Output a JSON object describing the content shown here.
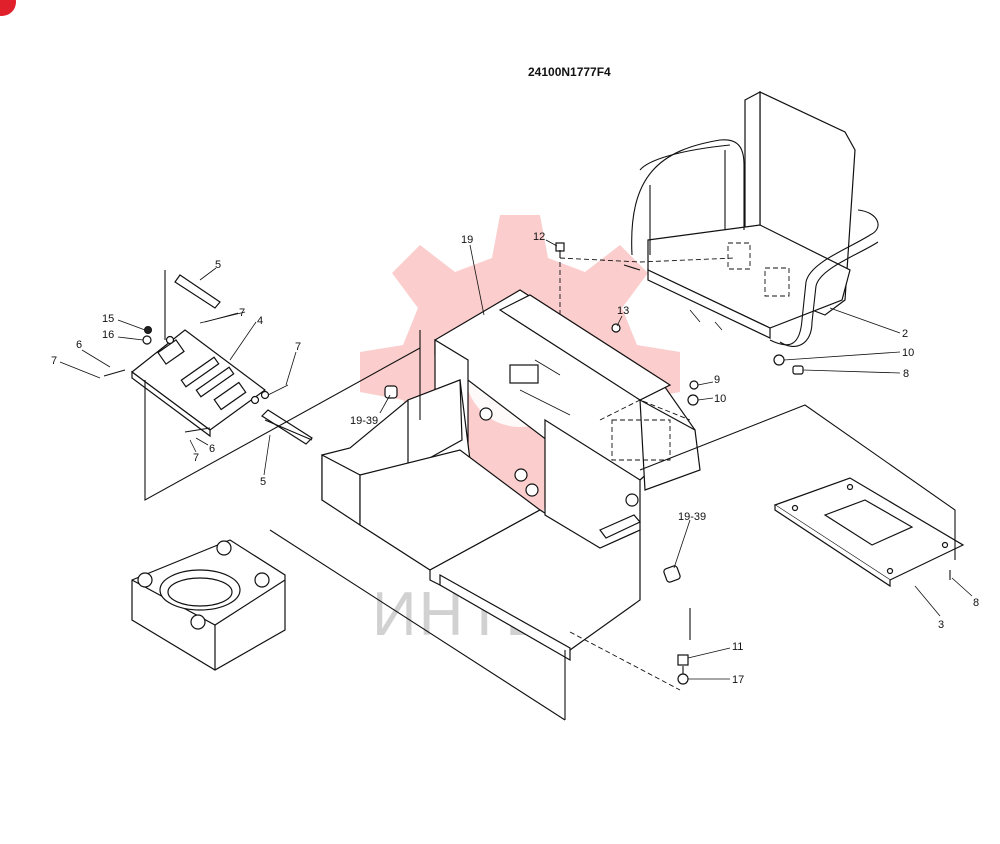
{
  "drawing": {
    "code": "24100N1777F4",
    "watermark_text": "ИНТЕХ",
    "colors": {
      "ink": "#111111",
      "watermark": "#f04a4a",
      "watermark_text": "#9a9a9a",
      "badge": "#e0202a"
    }
  },
  "callouts": {
    "c1": "5",
    "c2": "15",
    "c3": "16",
    "c4": "7",
    "c5": "4",
    "c6": "6",
    "c7": "7",
    "c8": "7",
    "c9": "6",
    "c10": "7",
    "c11": "5",
    "c12": "19",
    "c13": "12",
    "c14": "13",
    "c15": "19-39",
    "c16": "9",
    "c17": "10",
    "c18": "2",
    "c19": "10",
    "c20": "8",
    "c21": "19-39",
    "c22": "3",
    "c23": "8",
    "c24": "11",
    "c25": "17"
  }
}
